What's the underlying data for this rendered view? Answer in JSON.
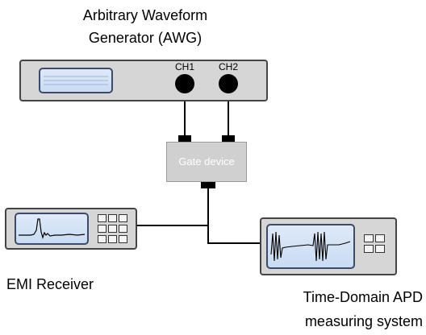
{
  "awg": {
    "title_line1": "Arbitrary Waveform",
    "title_line2": "Generator (AWG)",
    "ch1": "CH1",
    "ch2": "CH2"
  },
  "gate": {
    "label": "Gate device"
  },
  "emi": {
    "label": "EMI Receiver"
  },
  "apd": {
    "label_line1": "Time-Domain APD",
    "label_line2": "measuring system"
  },
  "colors": {
    "device_body": "#d6d6d6",
    "screen": "#c9dcf3",
    "knob": "#000000",
    "trace": "#000000"
  }
}
